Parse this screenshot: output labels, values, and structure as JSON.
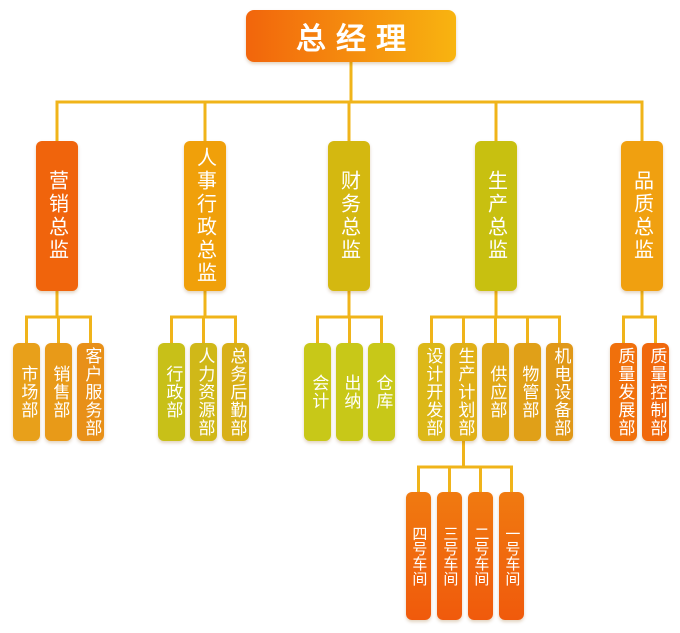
{
  "root": {
    "label": "总经理"
  },
  "departments": [
    {
      "label": "营销总监",
      "color": "#f0640c",
      "children": [
        {
          "label": "市场部",
          "color": "#e8a01a"
        },
        {
          "label": "销售部",
          "color": "#e89a18"
        },
        {
          "label": "客户服务部",
          "color": "#e89018"
        }
      ]
    },
    {
      "label": "人事行政总监",
      "color": "#f0a00a",
      "children": [
        {
          "label": "行政部",
          "color": "#c8c018"
        },
        {
          "label": "人力资源部",
          "color": "#d0b818"
        },
        {
          "label": "总务后勤部",
          "color": "#d8b018"
        }
      ]
    },
    {
      "label": "财务总监",
      "color": "#d4b810",
      "children": [
        {
          "label": "会计",
          "color": "#c8c818"
        },
        {
          "label": "出纳",
          "color": "#c8c818"
        },
        {
          "label": "仓库",
          "color": "#c8c818"
        }
      ]
    },
    {
      "label": "生产总监",
      "color": "#c8c010",
      "children": [
        {
          "label": "设计开发部",
          "color": "#dcb818"
        },
        {
          "label": "生产计划部",
          "color": "#e0b018"
        },
        {
          "label": "供应部",
          "color": "#e0a818"
        },
        {
          "label": "物管部",
          "color": "#e0a018"
        },
        {
          "label": "机电设备部",
          "color": "#e09818"
        }
      ]
    },
    {
      "label": "品质总监",
      "color": "#f0a010",
      "children": [
        {
          "label": "质量发展部",
          "color": "#f0700c"
        },
        {
          "label": "质量控制部",
          "color": "#f0680c"
        }
      ]
    }
  ],
  "workshops": {
    "parent": "生产计划部",
    "items": [
      {
        "label": "四号车间"
      },
      {
        "label": "三号车间"
      },
      {
        "label": "二号车间"
      },
      {
        "label": "一号车间"
      }
    ]
  },
  "colors": {
    "root_gradient": [
      "#f2650c",
      "#f8b410"
    ],
    "workshop_gradient": [
      "#f07a10",
      "#f05a0c"
    ],
    "line": "#f0b41a"
  }
}
